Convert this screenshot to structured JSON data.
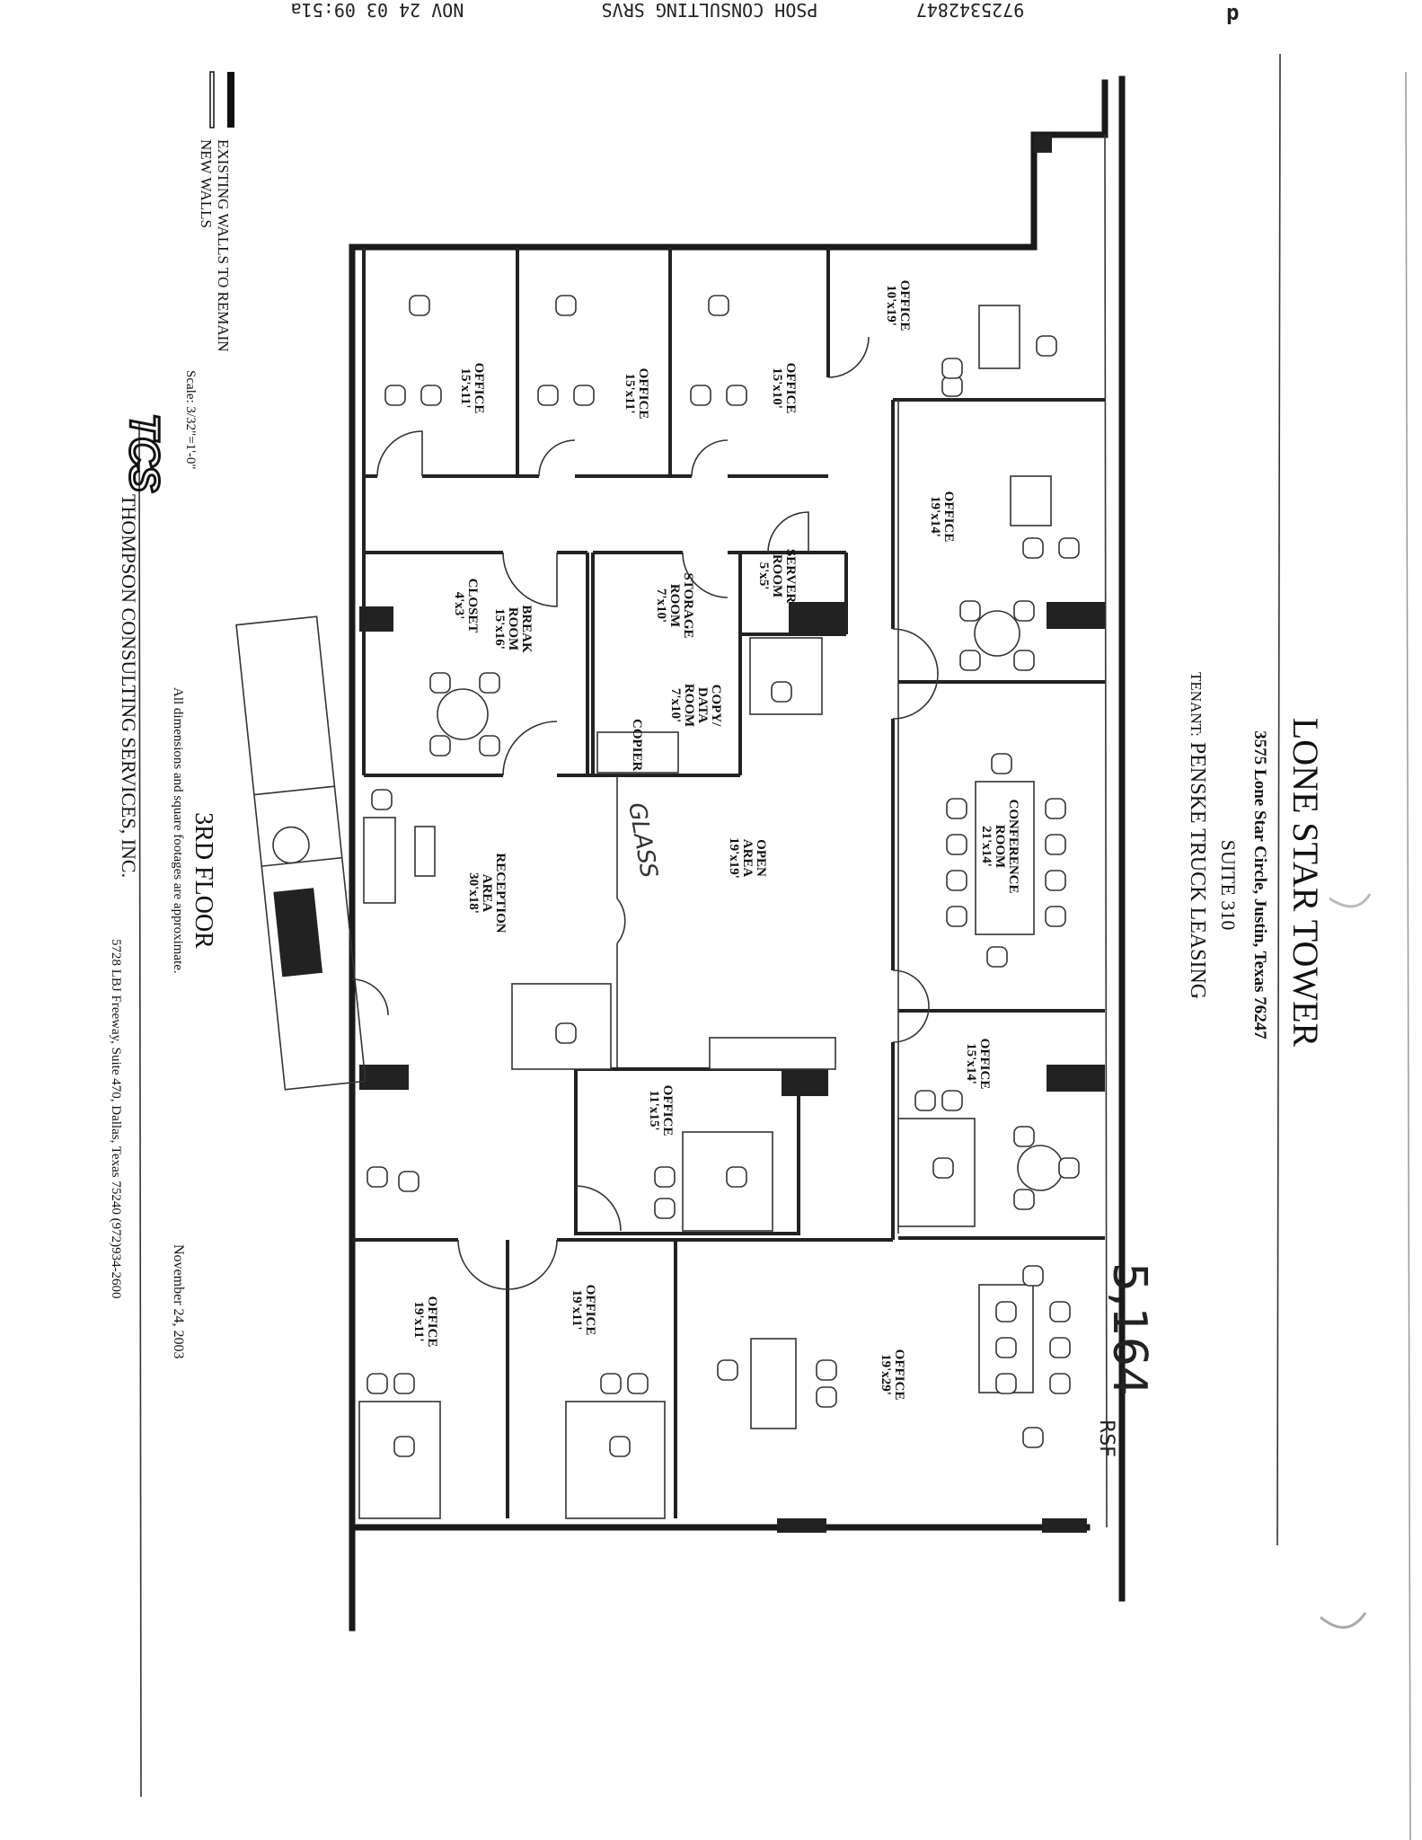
{
  "fax_header": {
    "datetime": "NOV 24 03 09:51a",
    "sender": "PSOH CONSULTING SRVS",
    "number": "9725342847",
    "page": "p"
  },
  "title_block": {
    "building": "LONE STAR TOWER",
    "address": "3575 Lone Star Circle, Justin, Texas 76247",
    "suite": "SUITE 310",
    "tenant_label": "TENANT:",
    "tenant": "PENSKE TRUCK LEASING"
  },
  "rooms": [
    {
      "name": "OFFICE",
      "size": "10'x19'"
    },
    {
      "name": "OFFICE",
      "size": "15'x10'"
    },
    {
      "name": "OFFICE",
      "size": "15'x11'"
    },
    {
      "name": "OFFICE",
      "size": "15'x11'"
    },
    {
      "name": "OFFICE",
      "size": "19'x14'"
    },
    {
      "name": "SERVER ROOM",
      "size": "5'x5'"
    },
    {
      "name": "STORAGE ROOM",
      "size": "7'x10'"
    },
    {
      "name": "BREAK ROOM",
      "size": "15'x16'"
    },
    {
      "name": "CLOSET",
      "size": "4'x3'"
    },
    {
      "name": "COPY/ DATA ROOM",
      "size": "7'x10'"
    },
    {
      "name": "CONFERENCE ROOM",
      "size": "21'x14'"
    },
    {
      "name": "OPEN AREA",
      "size": "19'x19'"
    },
    {
      "name": "RECEPTION AREA",
      "size": "30'x18'"
    },
    {
      "name": "OFFICE",
      "size": "15'x14'"
    },
    {
      "name": "OFFICE",
      "size": "11'x15'"
    },
    {
      "name": "OFFICE",
      "size": "19'x29'"
    },
    {
      "name": "OFFICE",
      "size": "19'x11'"
    },
    {
      "name": "OFFICE",
      "size": "19'x11'"
    }
  ],
  "annotations": {
    "copier": "COPIER",
    "glass_handwritten": "GLASS",
    "area_handwritten": "5,164",
    "area_unit_handwritten": "RSF"
  },
  "legend": {
    "existing": "EXISTING WALLS TO REMAIN",
    "new": "NEW WALLS",
    "scale": "Scale: 3/32\"=1'-0\""
  },
  "footer": {
    "floor": "3RD FLOOR",
    "disclaimer": "All dimensions and square footages are approximate.",
    "logo_text": "TCS",
    "company": "THOMPSON CONSULTING SERVICES, INC.",
    "company_address": "5728 LBJ Freeway, Suite 470, Dallas, Texas 75240  (972)934-2600",
    "date": "November 24, 2003"
  }
}
